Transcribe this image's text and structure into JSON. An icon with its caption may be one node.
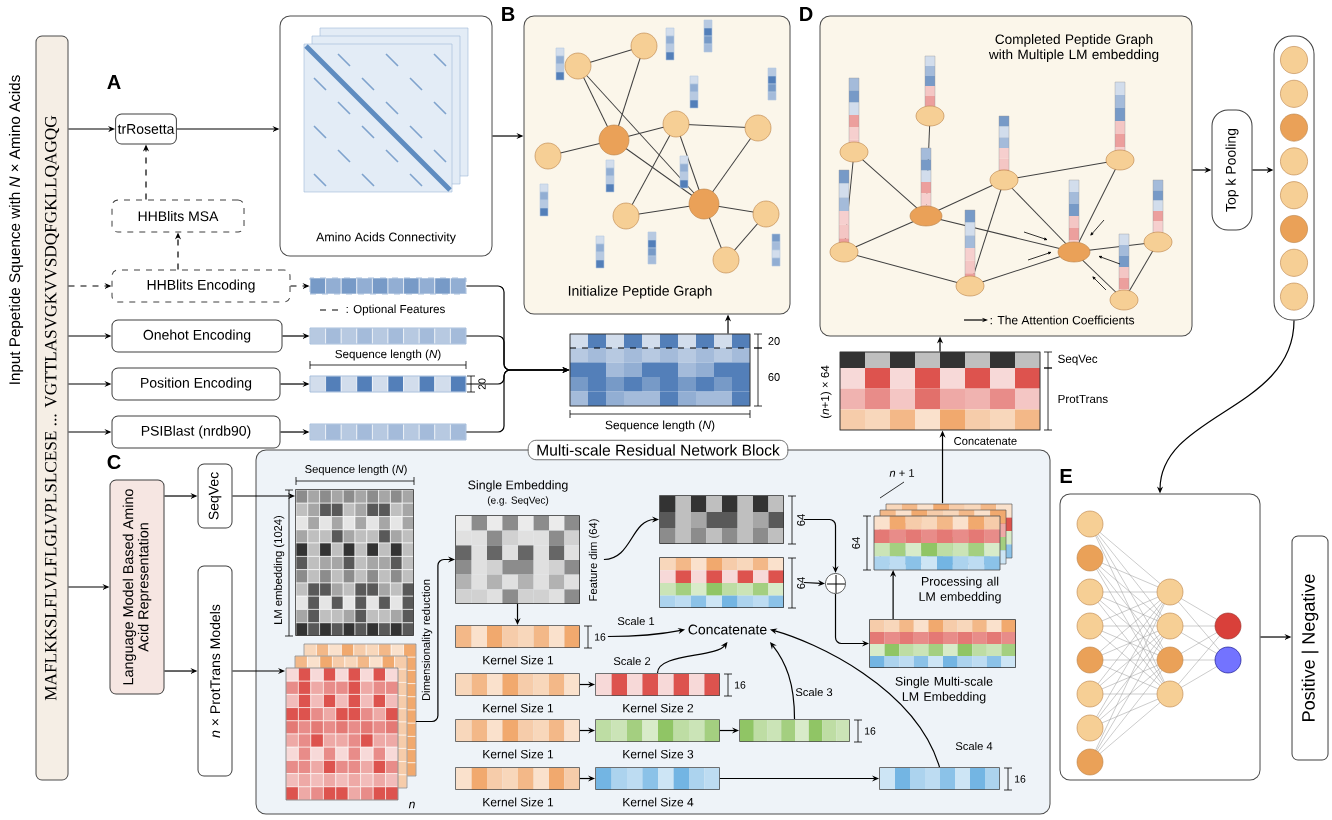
{
  "diagram": {
    "nodes": [
      {
        "text": [
          "MAFLKKSLFLVLFLGLVPLSLCESE ... VGTTLASVGKVVSDQFGKLLQAGQG"
        ],
        "beside": [
          "Input Pepetide Squence with *N* × Amino Acids"
        ]
      },
      {
        "text": [
          "trRosetta"
        ]
      },
      {
        "text": [
          "Amino Acids Connectivity"
        ]
      },
      {
        "text": [
          "HHBlits MSA"
        ]
      },
      {
        "text": [
          "HHBlits Encoding"
        ]
      },
      {
        "text": [
          "Onehot Encoding"
        ]
      },
      {
        "text": [
          "Position Encoding"
        ]
      },
      {
        "text": [
          "PSIBlast (nrdb90)"
        ]
      },
      {
        "text": [],
        "shape": "bar"
      },
      {
        "text": [],
        "shape": "bar"
      },
      {
        "text": [],
        "shape": "bar",
        "beside": [
          "Sequence length (*N*)",
          "20"
        ]
      },
      {
        "text": [],
        "shape": "bar"
      },
      {
        "text": [],
        "shape": "box",
        "beside": [
          "20",
          "60",
          "Sequence length (*N*)"
        ]
      },
      {
        "text": [
          "Initialize Peptide Graph"
        ]
      },
      {
        "text": [
          "Completed Peptide Graph with Multiple LM embedding"
        ]
      },
      {
        "text": [],
        "shape": "box",
        "beside": [
          "(*n*+1) × 64",
          "SeqVec",
          "ProtTrans"
        ]
      },
      {
        "text": [
          "Top k Pooling"
        ]
      },
      {
        "text": [],
        "shape": "bar"
      },
      {
        "text": [],
        "shape": "box"
      },
      {
        "text": [
          "Positive | Negative"
        ]
      },
      {
        "text": [
          "Language Model Based Amino Acid Representation"
        ]
      },
      {
        "text": [
          "SeqVec"
        ]
      },
      {
        "text": [
          "*n* × ProtTrans Models"
        ]
      },
      {
        "text": [
          "Multi-scale Residual Network Block"
        ]
      },
      {
        "text": [],
        "shape": "box",
        "in": 23,
        "beside": [
          "Sequence length (*N*)",
          "LM embedding (1024)"
        ]
      },
      {
        "text": [],
        "shape": "box",
        "in": 23,
        "beside": [
          "*n*"
        ]
      },
      {
        "text": [],
        "shape": "box",
        "in": 23,
        "beside": [
          "Single Embedding",
          "(e.g. SeqVec)",
          "Feature dim (64)"
        ]
      },
      {
        "text": [
          "Kernel Size 1"
        ],
        "in": 23,
        "beside": [
          "16"
        ]
      },
      {
        "text": [
          "Kernel Size 1"
        ],
        "in": 23
      },
      {
        "text": [
          "Kernel Size 2"
        ],
        "in": 23,
        "beside": [
          "16"
        ]
      },
      {
        "text": [
          "Kernel Size 1"
        ],
        "in": 23
      },
      {
        "text": [
          "Kernel Size 3"
        ],
        "in": 23
      },
      {
        "text": [],
        "shape": "bar",
        "in": 23,
        "beside": [
          "16"
        ]
      },
      {
        "text": [
          "Kernel Size 1"
        ],
        "in": 23
      },
      {
        "text": [
          "Kernel Size 4"
        ],
        "in": 23
      },
      {
        "text": [],
        "shape": "bar",
        "in": 23,
        "beside": [
          "16"
        ]
      },
      {
        "text": [
          "Concatenate"
        ],
        "in": 23
      },
      {
        "text": [],
        "shape": "box",
        "in": 23,
        "beside": [
          "64"
        ]
      },
      {
        "text": [],
        "shape": "box",
        "in": 23,
        "beside": [
          "64"
        ]
      },
      {
        "text": [],
        "shape": "circle",
        "in": 23
      },
      {
        "text": [],
        "shape": "box",
        "in": 23,
        "beside": [
          "Single Multi-scale LM Embedding"
        ]
      },
      {
        "text": [],
        "shape": "box",
        "in": 23,
        "beside": [
          "Processing all LM embedding",
          "*n* + 1",
          "64"
        ]
      }
    ],
    "edges": [
      {
        "from": 0,
        "to": 1,
        "arrow": "to"
      },
      {
        "from": 1,
        "to": 2,
        "arrow": "to"
      },
      {
        "from": 4,
        "to": 3,
        "arrow": "to",
        "style": "dashed"
      },
      {
        "from": 3,
        "to": 1,
        "arrow": "to",
        "style": "dashed"
      },
      {
        "from": 0,
        "to": 4,
        "arrow": "to",
        "style": "dashed"
      },
      {
        "from": 0,
        "to": 5,
        "arrow": "to"
      },
      {
        "from": 0,
        "to": 6,
        "arrow": "to"
      },
      {
        "from": 0,
        "to": 7,
        "arrow": "to"
      },
      {
        "from": 4,
        "to": 8,
        "arrow": "to",
        "style": "dashed"
      },
      {
        "from": 5,
        "to": 9,
        "arrow": "to"
      },
      {
        "from": 6,
        "to": 10,
        "arrow": "to"
      },
      {
        "from": 7,
        "to": 11,
        "arrow": "to"
      },
      {
        "from": 8,
        "to": 12,
        "arrow": "to"
      },
      {
        "from": 9,
        "to": 12,
        "arrow": "to"
      },
      {
        "from": 10,
        "to": 12,
        "arrow": "to"
      },
      {
        "from": 11,
        "to": 12,
        "arrow": "to"
      },
      {
        "from": 2,
        "to": 13,
        "arrow": "to"
      },
      {
        "from": 12,
        "to": 13,
        "arrow": "to"
      },
      {
        "from": 15,
        "to": 14,
        "arrow": "to"
      },
      {
        "from": 14,
        "to": 16,
        "arrow": "to"
      },
      {
        "from": 16,
        "to": 17,
        "arrow": "to"
      },
      {
        "from": 17,
        "to": 18,
        "arrow": "to"
      },
      {
        "from": 18,
        "to": 19,
        "arrow": "to"
      },
      {
        "from": 0,
        "to": 20,
        "arrow": "to"
      },
      {
        "from": 20,
        "to": 21,
        "arrow": "to"
      },
      {
        "from": 20,
        "to": 22,
        "arrow": "to"
      },
      {
        "from": 21,
        "to": 24,
        "arrow": "to"
      },
      {
        "from": 22,
        "to": 25,
        "arrow": "to"
      },
      {
        "from": 25,
        "to": 26,
        "arrow": "to",
        "label": "Dimensionality reduction"
      },
      {
        "from": 26,
        "to": 27,
        "arrow": "to"
      },
      {
        "from": 26,
        "to": 37,
        "arrow": "to"
      },
      {
        "from": 27,
        "to": 36,
        "arrow": "to",
        "label": "Scale 1"
      },
      {
        "from": 29,
        "to": 36,
        "arrow": "to",
        "label": "Scale 2"
      },
      {
        "from": 32,
        "to": 36,
        "arrow": "to",
        "label": "Scale 3"
      },
      {
        "from": 35,
        "to": 36,
        "arrow": "to",
        "label": "Scale 4"
      },
      {
        "from": 28,
        "to": 29,
        "arrow": "to"
      },
      {
        "from": 30,
        "to": 31,
        "arrow": "to"
      },
      {
        "from": 31,
        "to": 32,
        "arrow": "to"
      },
      {
        "from": 33,
        "to": 34,
        "arrow": "to"
      },
      {
        "from": 34,
        "to": 35,
        "arrow": "to"
      },
      {
        "from": 37,
        "to": 39,
        "arrow": "to"
      },
      {
        "from": 38,
        "to": 39,
        "arrow": "to"
      },
      {
        "from": 39,
        "to": 40,
        "arrow": "to"
      },
      {
        "from": 40,
        "to": 41,
        "arrow": "to"
      },
      {
        "from": 41,
        "to": 15,
        "arrow": "to",
        "label": "Concatenate"
      }
    ],
    "labels": [
      "A",
      "B",
      "C",
      "D",
      "E"
    ],
    "legend": [
      {
        "text": ": Optional Features"
      },
      {
        "text": ": The Attention Coefficients"
      }
    ]
  }
}
